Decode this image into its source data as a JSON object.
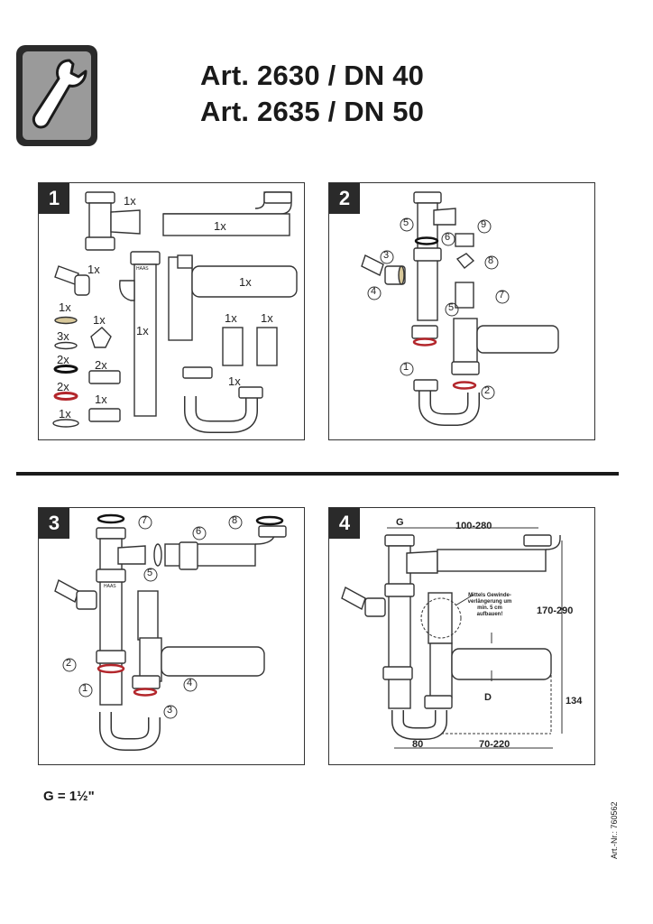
{
  "header": {
    "icon": "wrench-icon",
    "title_line1": "Art. 2630 / DN 40",
    "title_line2": "Art. 2635 / DN 50"
  },
  "steps": [
    {
      "number": "1"
    },
    {
      "number": "2"
    },
    {
      "number": "3"
    },
    {
      "number": "4"
    }
  ],
  "step1": {
    "quantities": {
      "tee": "1x",
      "long_pipe": "1x",
      "hose_adapter": "1x",
      "tube": "1x",
      "tee_pipe": "1x",
      "flat_washer": "1x",
      "valve": "1x",
      "washer_3x": "3x",
      "sleeve_a": "1x",
      "sleeve_b": "1x",
      "o_ring_black": "2x",
      "o_ring_nuts": "2x",
      "o_ring_red": "2x",
      "nut_1x": "1x",
      "rubber_ring": "1x",
      "trap": "1x"
    },
    "brand_mark": "HAAS"
  },
  "step2": {
    "callouts": [
      "5",
      "6",
      "9",
      "3",
      "8",
      "4",
      "7",
      "5",
      "1",
      "2"
    ]
  },
  "step3": {
    "callouts": [
      "7",
      "6",
      "8",
      "5",
      "2",
      "4",
      "1",
      "3"
    ],
    "brand_mark": "HAAS"
  },
  "step4": {
    "dimensions": {
      "g": "G",
      "top_span": "100-280",
      "height_range": "170-290",
      "height_low": "134",
      "d": "D",
      "left_span": "80",
      "bottom_span": "70-220"
    },
    "note_line1": "Mittels Gewinde-",
    "note_line2": "verlängerung um",
    "note_line3": "min. 5 cm aufbauen!"
  },
  "footer": {
    "formula": "G = 1½\"",
    "article_number": "Art.-Nr.: 760562"
  }
}
